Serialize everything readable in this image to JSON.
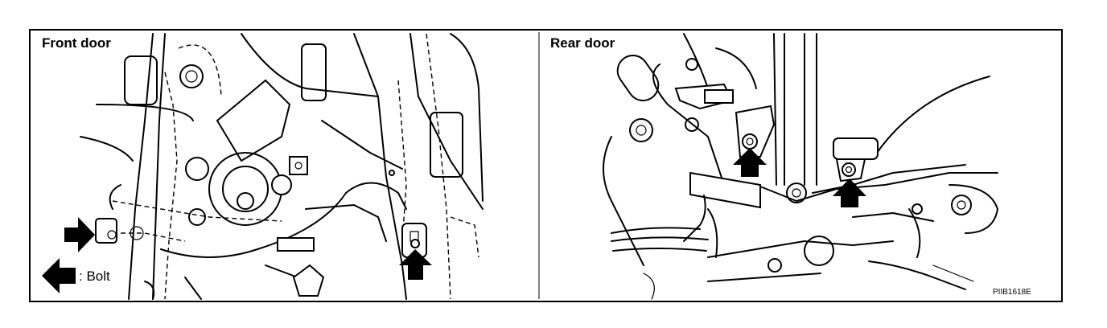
{
  "panels": {
    "front": {
      "title": "Front door"
    },
    "rear": {
      "title": "Rear door"
    }
  },
  "legend": {
    "text": ": Bolt"
  },
  "figure_code": "PIIB1618E",
  "colors": {
    "ink": "#000000",
    "paper": "#ffffff"
  },
  "icons": {
    "bolt_marker": "arrow-icon"
  }
}
